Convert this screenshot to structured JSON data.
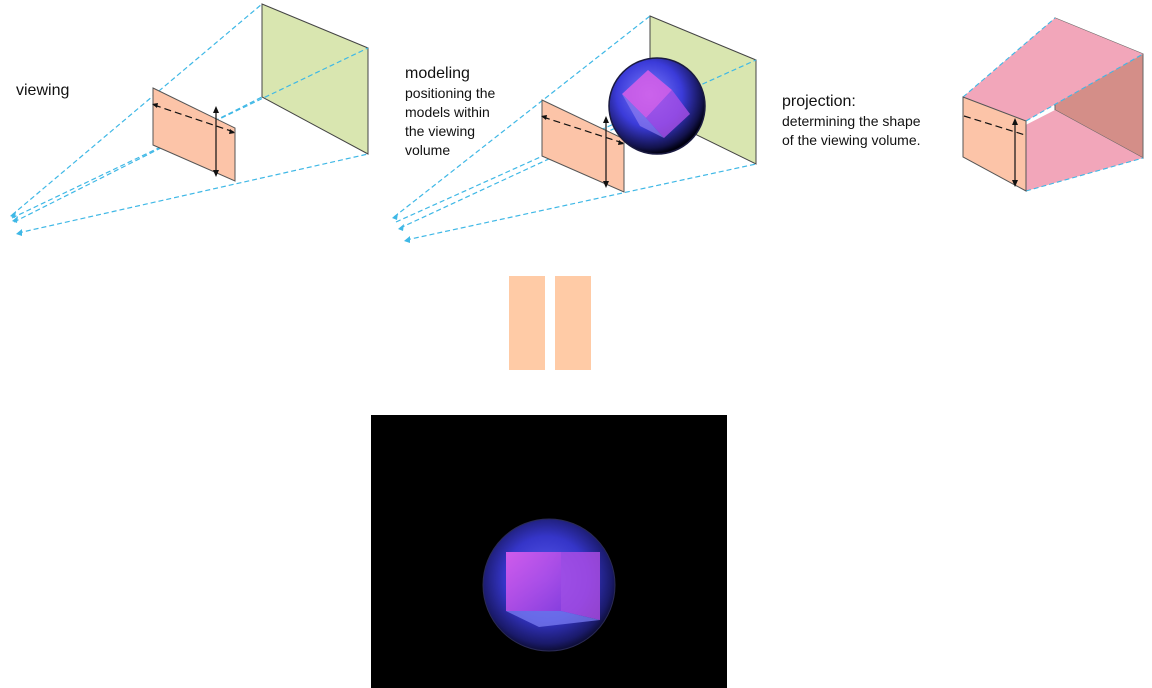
{
  "panels": {
    "viewing": {
      "title": "viewing"
    },
    "modeling": {
      "title": "modeling",
      "description": [
        "positioning the",
        "models within",
        "the viewing",
        "volume"
      ]
    },
    "projection": {
      "title": "projection:",
      "description": [
        "determining the shape",
        "of the viewing volume."
      ]
    }
  },
  "result": {
    "caption": ""
  },
  "colors": {
    "image_plane": "#fcc4a8",
    "far_plane": "#d9e6b0",
    "frustum": "#f2a6ba",
    "frustum_back": "#d48e88",
    "sight_lines": "#3fb8e6",
    "sphere": "#3b3bd9",
    "cube": "#c050e0",
    "equals_sign": "#ffcba6",
    "result_background": "#000000"
  },
  "icons": [
    "camera-frustum",
    "sphere-with-cube",
    "equals-sign"
  ]
}
